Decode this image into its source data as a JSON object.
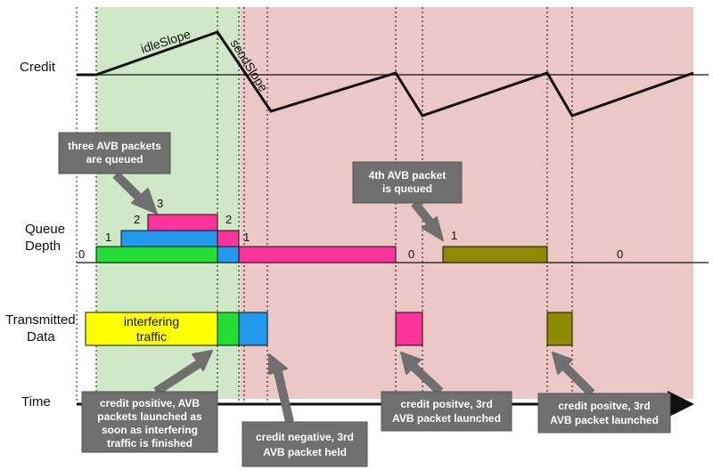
{
  "row_labels": {
    "credit": "Credit",
    "queue_line1": "Queue",
    "queue_line2": "Depth",
    "transmitted_line1": "Transmitted",
    "transmitted_line2": "Data",
    "time": "Time"
  },
  "slope_labels": {
    "idle": "idleSlope",
    "send": "sendSlope"
  },
  "queue_numbers": {
    "q0_start": "0",
    "q1": "1",
    "q2": "2",
    "q3": "3",
    "q2_after": "2",
    "q1_after": "1",
    "q0_mid": "0",
    "q1_fourth": "1",
    "q0_end": "0"
  },
  "blocks": {
    "interfering_line1": "interfering",
    "interfering_line2": "traffic"
  },
  "callouts": {
    "three_queued": [
      "three AVB packets",
      "are queued"
    ],
    "fourth_queued": [
      "4th AVB packet",
      "is queued"
    ],
    "credit_positive_launched": [
      "credit positive, AVB",
      "packets launched as",
      "soon as interfering",
      "traffic is finished"
    ],
    "credit_negative_held": [
      "credit negative, 3rd",
      "AVB packet held"
    ],
    "credit_positive_3rd_a": [
      "credit positve, 3rd",
      "AVB packet launched"
    ],
    "credit_positive_3rd_b": [
      "credit positve, 3rd",
      "AVB packet launched"
    ]
  },
  "colors": {
    "green_zone": "#cfe9c6",
    "red_zone": "#ecc8c4",
    "packet_green": "#22dd33",
    "packet_blue": "#2299ee",
    "packet_magenta": "#ff3399",
    "packet_olive": "#8b8a00",
    "interfering_yellow": "#ffff00",
    "callout_gray": "#6f6f6f"
  }
}
